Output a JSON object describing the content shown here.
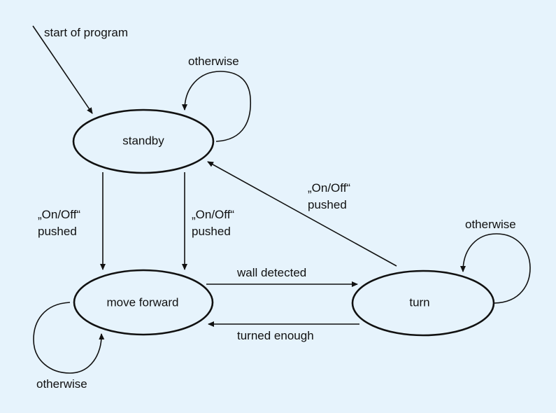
{
  "diagram": {
    "type": "state-machine",
    "background_color": "#e6f3fc",
    "line_color": "#111111",
    "states": [
      {
        "id": "standby",
        "label": "standby"
      },
      {
        "id": "move_forward",
        "label": "move forward"
      },
      {
        "id": "turn",
        "label": "turn"
      }
    ],
    "transitions": [
      {
        "id": "start",
        "from": null,
        "to": "standby",
        "label": [
          "start of program"
        ]
      },
      {
        "id": "standby_self",
        "from": "standby",
        "to": "standby",
        "label": [
          "otherwise"
        ]
      },
      {
        "id": "standby_to_move_1",
        "from": "standby",
        "to": "move_forward",
        "label": [
          "„On/Off“",
          "pushed"
        ]
      },
      {
        "id": "standby_to_move_2",
        "from": "standby",
        "to": "move_forward",
        "label": [
          "„On/Off“",
          "pushed"
        ]
      },
      {
        "id": "turn_to_standby",
        "from": "turn",
        "to": "standby",
        "label": [
          "„On/Off“",
          "pushed"
        ]
      },
      {
        "id": "move_to_turn",
        "from": "move_forward",
        "to": "turn",
        "label": [
          "wall detected"
        ]
      },
      {
        "id": "turn_to_move",
        "from": "turn",
        "to": "move_forward",
        "label": [
          "turned enough"
        ]
      },
      {
        "id": "move_self",
        "from": "move_forward",
        "to": "move_forward",
        "label": [
          "otherwise"
        ]
      },
      {
        "id": "turn_self",
        "from": "turn",
        "to": "turn",
        "label": [
          "otherwise"
        ]
      }
    ]
  }
}
